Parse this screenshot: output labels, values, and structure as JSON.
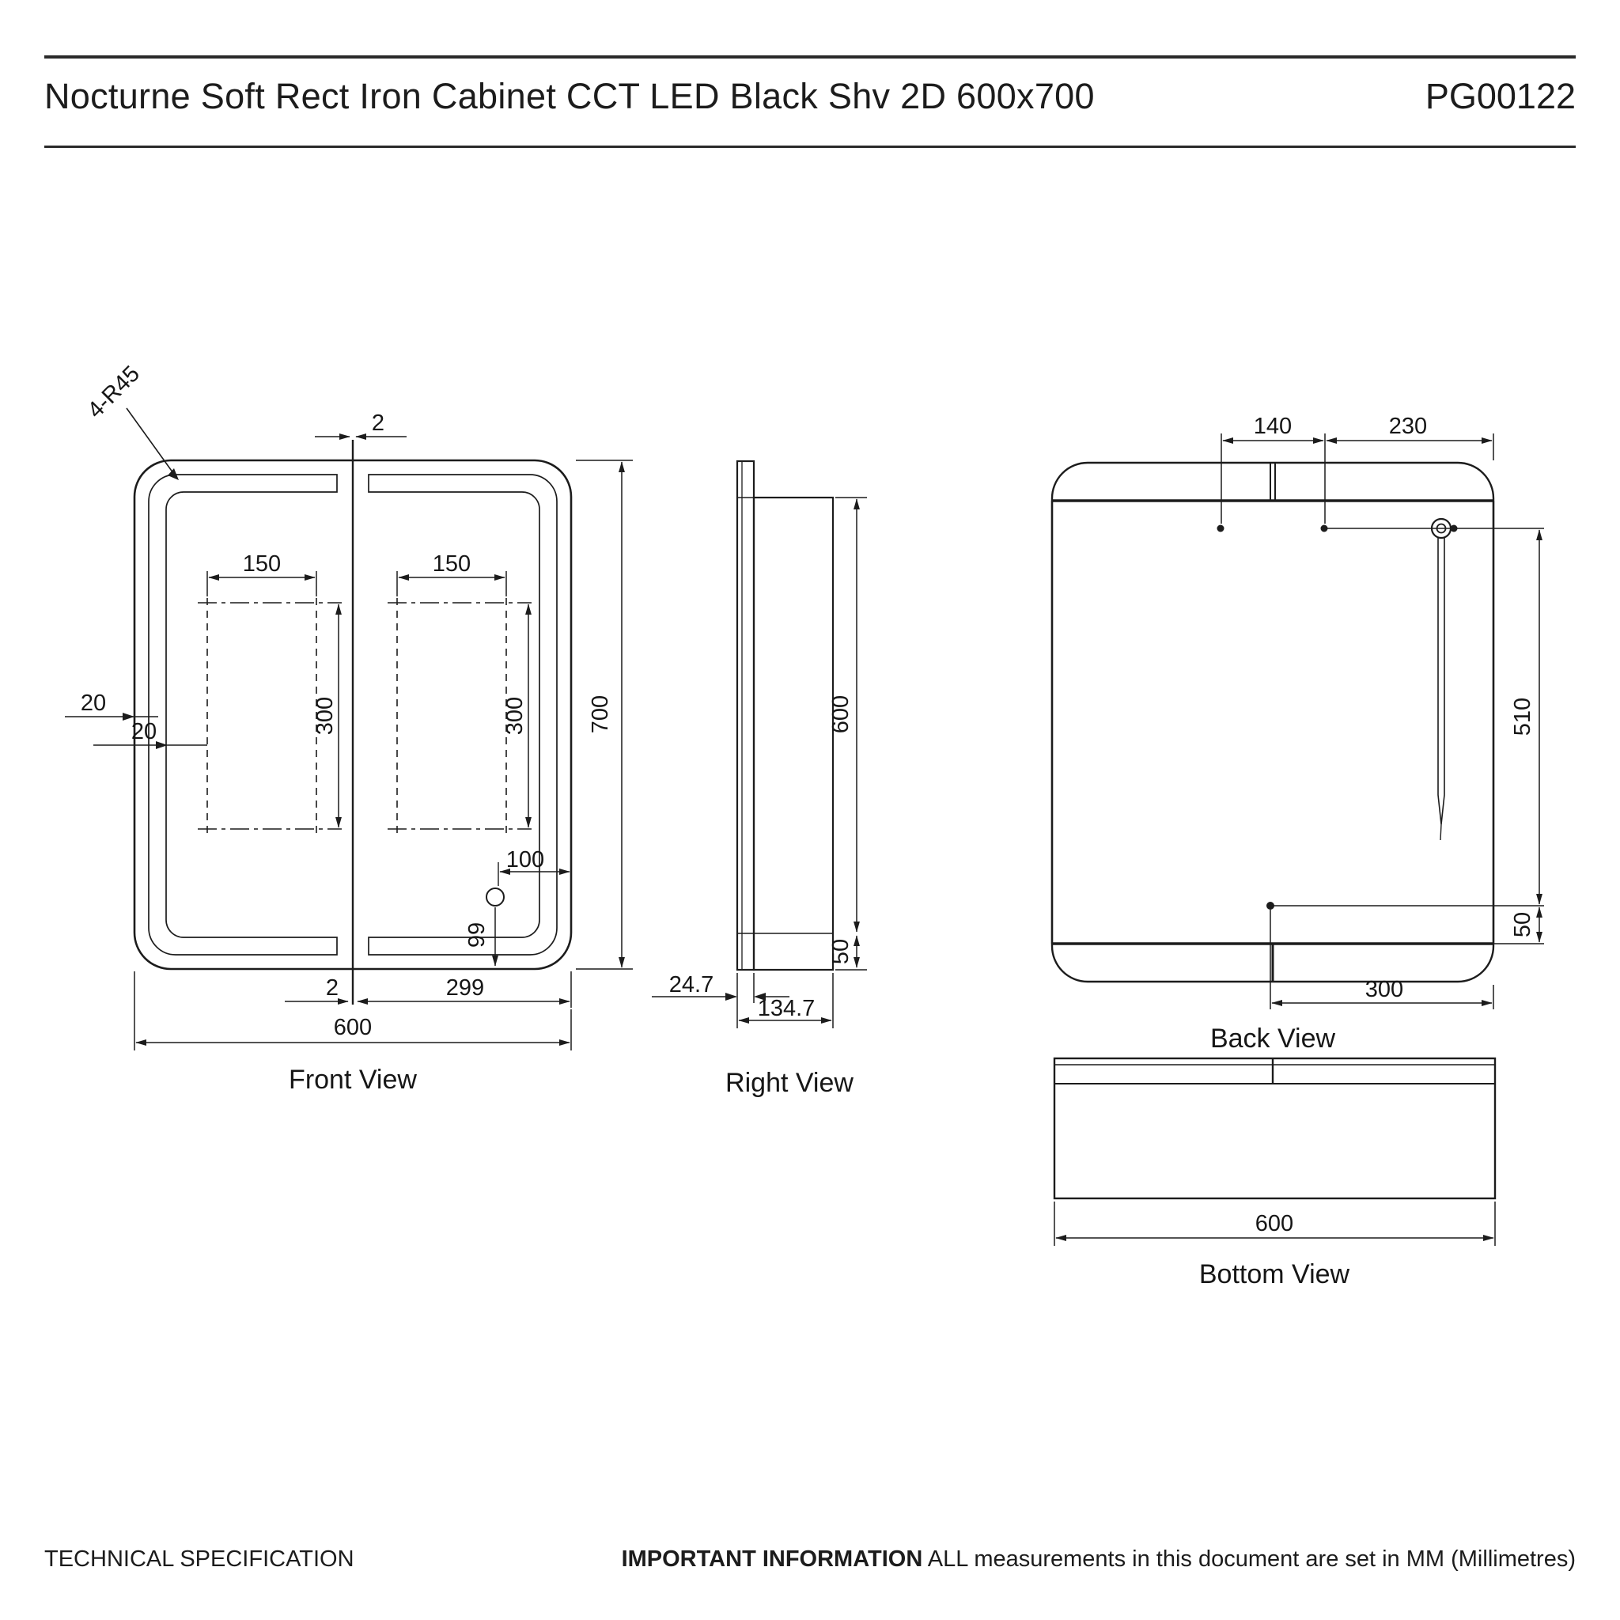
{
  "header": {
    "title": "Nocturne Soft Rect Iron Cabinet CCT LED Black Shv 2D 600x700",
    "code": "PG00122"
  },
  "views": {
    "front": {
      "label": "Front View",
      "corner_radius_note": "4-R45",
      "door_gap": "2",
      "cutout_width": "150",
      "cutout_height": "300",
      "edge_to_led": "20",
      "led_strip_width": "20",
      "overall_width": "600",
      "overall_height": "700",
      "sensor_from_edge": "100",
      "sensor_from_bottom": "99",
      "door_width": "299"
    },
    "right": {
      "label": "Right  View",
      "body_height": "600",
      "bottom_section": "50",
      "door_depth": "24.7",
      "total_depth": "134.7"
    },
    "back": {
      "label": "Back View",
      "hanger_left": "140",
      "hanger_right": "230",
      "cable_drop": "510",
      "hole_from_bottom": "50",
      "hole_from_edge": "300"
    },
    "bottom": {
      "label": "Bottom View",
      "width": "600"
    }
  },
  "footer": {
    "left": "TECHNICAL SPECIFICATION",
    "important_bold": "IMPORTANT INFORMATION",
    "important_rest": " ALL measurements in this document are set in MM (Millimetres)"
  }
}
